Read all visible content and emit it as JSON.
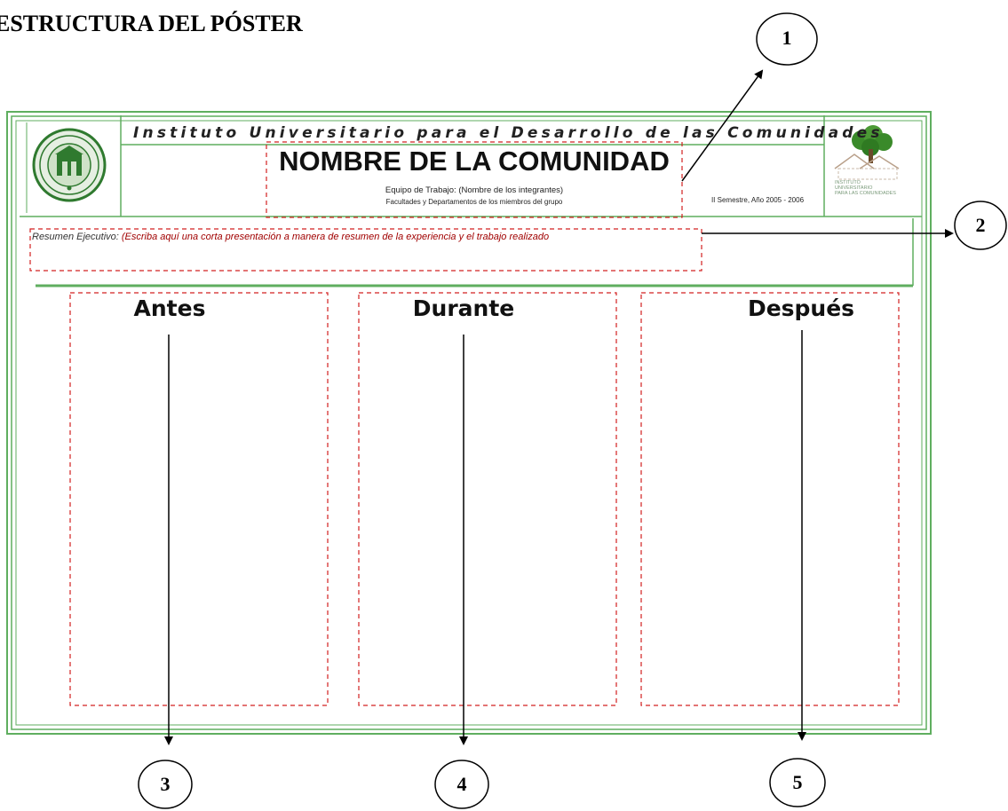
{
  "heading": "ESTRUCTURA DEL PÓSTER",
  "poster": {
    "institute_name": "Instituto Universitario para el Desarrollo de las Comunidades",
    "community_title": "NOMBRE DE LA COMUNIDAD",
    "team_line": "Equipo de Trabajo: (Nombre de los integrantes)",
    "faculties_line": "Facultades y Departamentos de los miembros del grupo",
    "semester_line": "II Semestre, Año 2005 - 2006",
    "summary_lead": "Resumen Ejecutivo:",
    "summary_text": "(Escriba aquí una corta presentación a manera de resumen de la experiencia y el trabajo realizado",
    "logo_right_text": [
      "INSTITUTO",
      "UNIVERSITARIO",
      "PARA LAS COMUNIDADES"
    ],
    "columns": [
      "Antes",
      "Durante",
      "Después"
    ]
  },
  "callouts": [
    "1",
    "2",
    "3",
    "4",
    "5"
  ],
  "colors": {
    "frame_green": "#5fae5f",
    "dash_red": "#d22020",
    "logo_green": "#2f7a2f"
  },
  "icons": {
    "left_logo": "university-seal-icon",
    "right_logo": "tree-house-logo-icon"
  }
}
